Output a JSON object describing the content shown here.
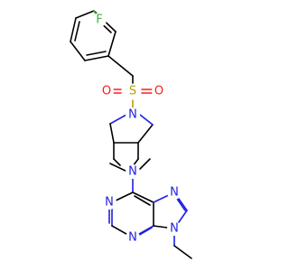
{
  "molecule": {
    "atoms": {
      "fluorine": "F",
      "sulfur": "S",
      "oxygen_left": "O",
      "oxygen_right": "O",
      "nitrogen_sulfonamide": "N",
      "nitrogen_pyrrolidine": "N",
      "nitrogen_purine_1": "N",
      "nitrogen_purine_3": "N",
      "nitrogen_purine_7": "N",
      "nitrogen_purine_9": "N"
    },
    "colors": {
      "carbon_bond": "#000000",
      "nitrogen": "#1f1fe0",
      "sulfur": "#b8a000",
      "oxygen": "#ff1a1a",
      "fluorine": "#3cb043"
    }
  }
}
